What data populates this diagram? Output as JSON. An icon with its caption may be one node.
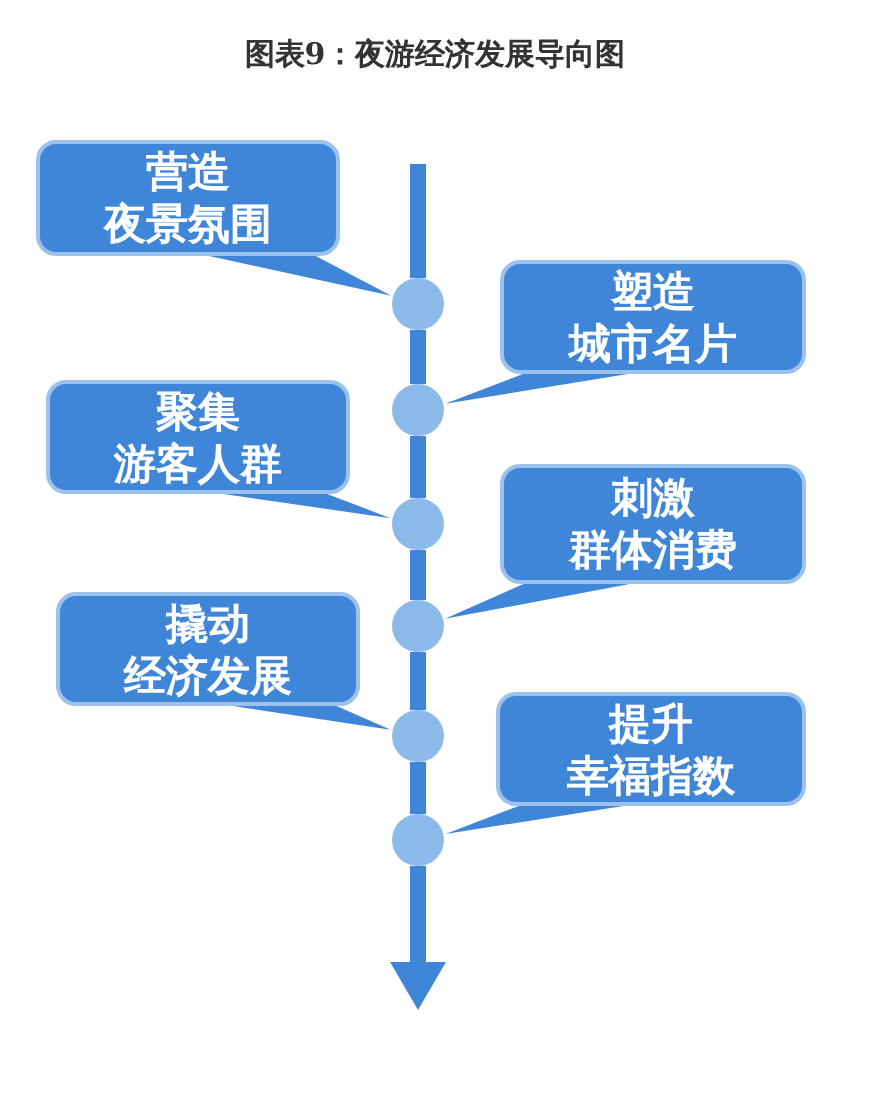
{
  "diagram": {
    "title": "图表9：夜游经济发展导向图",
    "nodes": [
      {
        "text": [
          "营造",
          "夜景氛围"
        ]
      },
      {
        "text": [
          "塑造",
          "城市名片"
        ]
      },
      {
        "text": [
          "聚集",
          "游客人群"
        ]
      },
      {
        "text": [
          "刺激",
          "群体消费"
        ]
      },
      {
        "text": [
          "撬动",
          "经济发展"
        ]
      },
      {
        "text": [
          "提升",
          "幸福指数"
        ]
      },
      {
        "text": [],
        "shape": "circle"
      },
      {
        "text": [],
        "shape": "circle"
      },
      {
        "text": [],
        "shape": "circle"
      },
      {
        "text": [],
        "shape": "circle"
      },
      {
        "text": [],
        "shape": "circle"
      },
      {
        "text": [],
        "shape": "circle"
      }
    ],
    "edges": [
      {
        "from": 0,
        "to": 6,
        "arrow": "none"
      },
      {
        "from": 1,
        "to": 7,
        "arrow": "none"
      },
      {
        "from": 2,
        "to": 8,
        "arrow": "none"
      },
      {
        "from": 3,
        "to": 9,
        "arrow": "none"
      },
      {
        "from": 4,
        "to": 10,
        "arrow": "none"
      },
      {
        "from": 5,
        "to": 11,
        "arrow": "none"
      },
      {
        "from": null,
        "to": 6,
        "arrow": "none"
      },
      {
        "from": 6,
        "to": 7,
        "arrow": "none"
      },
      {
        "from": 7,
        "to": 8,
        "arrow": "none"
      },
      {
        "from": 8,
        "to": 9,
        "arrow": "none"
      },
      {
        "from": 9,
        "to": 10,
        "arrow": "none"
      },
      {
        "from": 10,
        "to": 11,
        "arrow": "none"
      },
      {
        "from": 11,
        "to": null,
        "arrow": "to"
      }
    ]
  }
}
